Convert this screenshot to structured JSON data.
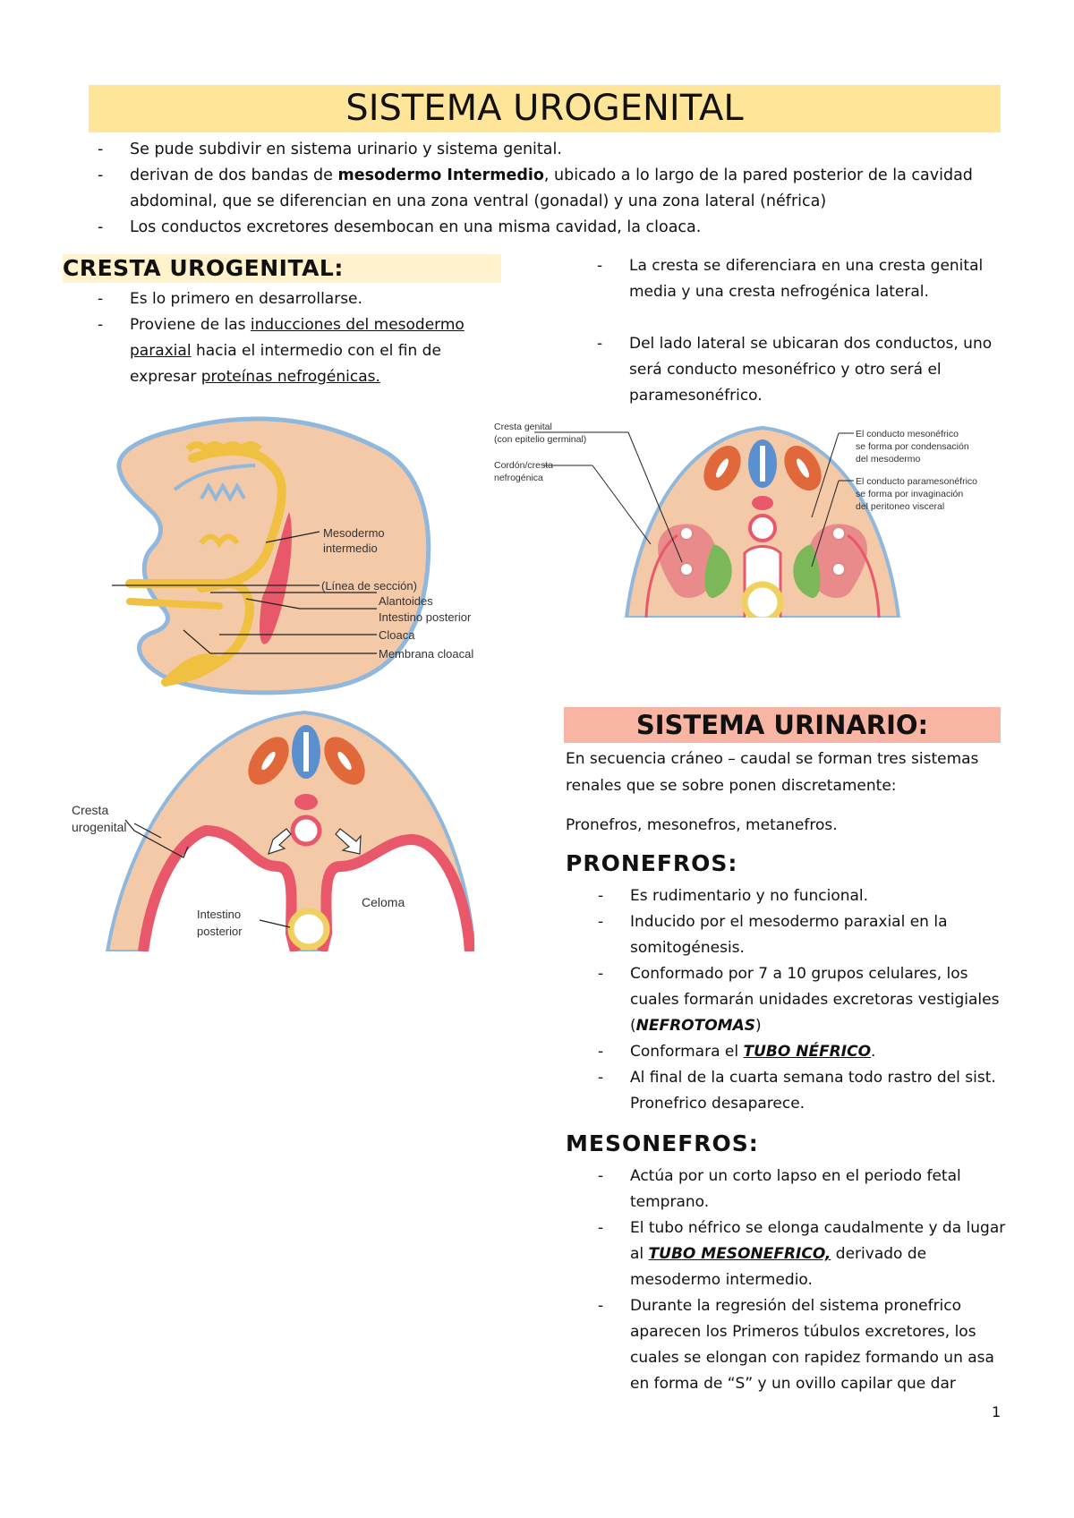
{
  "document": {
    "title": "SISTEMA UROGENITAL",
    "intro_bullets": [
      {
        "text": "Se pude subdivir en sistema urinario y sistema genital."
      },
      {
        "pre": "derivan de dos bandas de ",
        "bold": "mesodermo Intermedio",
        "post": ", ubicado a lo largo de la pared posterior de la cavidad abdominal, que se diferencian en una zona ventral (gonadal) y una zona lateral (néfrica)"
      },
      {
        "text": "Los conductos excretores desembocan en una misma cavidad, la cloaca."
      }
    ],
    "bullet_marker": "-",
    "page_number": "1"
  },
  "cresta_urogenital": {
    "title": "CRESTA UROGENITAL:",
    "bullets": [
      {
        "text": "Es lo primero en desarrollarse."
      },
      {
        "pre": "Proviene de las ",
        "underline1": "inducciones del mesodermo paraxial",
        "mid": " hacia el intermedio con el fin de expresar ",
        "underline2": "proteínas nefrogénicas."
      }
    ],
    "right_bullets": [
      {
        "text": "La cresta se diferenciara en una cresta genital media y una cresta nefrogénica lateral."
      },
      {
        "text": "Del lado lateral se ubicaran dos conductos, uno será conducto mesonéfrico y otro será el paramesonéfrico."
      }
    ]
  },
  "figures": {
    "embryo_sagittal": {
      "labels": {
        "mesodermo": "Mesodermo",
        "intermedio": "intermedio",
        "linea": "(Línea de sección)",
        "alantoides": "Alantoides",
        "intestino": "Intestino posterior",
        "cloaca": "Cloaca",
        "membrana": "Membrana cloacal"
      }
    },
    "cross_section_ducts": {
      "labels": {
        "cresta_genital_1": "Cresta genital",
        "cresta_genital_2": "(con epitelio germinal)",
        "cordon_1": "Cordón/cresta",
        "cordon_2": "nefrogénica",
        "meso_1": "El conducto mesonéfrico",
        "meso_2": "se forma por condensación",
        "meso_3": "del mesodermo",
        "parameso_1": "El conducto paramesonéfrico",
        "parameso_2": "se forma por invaginación",
        "parameso_3": "del peritoneo visceral"
      }
    },
    "cross_section_ridge": {
      "labels": {
        "cresta_1": "Cresta",
        "cresta_2": "urogenital",
        "celoma": "Celoma",
        "intestino_1": "Intestino",
        "intestino_2": "posterior"
      }
    }
  },
  "sistema_urinario": {
    "title": "SISTEMA URINARIO:",
    "intro": "En secuencia cráneo – caudal se forman tres sistemas renales que se sobre ponen discretamente:",
    "list_line": "Pronefros, mesonefros, metanefros."
  },
  "pronefros": {
    "title": "PRONEFROS:",
    "bullets": [
      {
        "text": "Es rudimentario y no funcional."
      },
      {
        "text": "Inducido por el mesodermo paraxial en la somitogénesis."
      },
      {
        "pre": "Conformado por 7 a 10 grupos celulares, los cuales formarán unidades excretoras vestigiales (",
        "emph": "NEFROTOMAS",
        "post": ")"
      },
      {
        "pre": "Conformara el ",
        "emph": "TUBO NÉFRICO",
        "post": "."
      },
      {
        "text": "Al final de la cuarta semana todo rastro del sist. Pronefrico desaparece."
      }
    ]
  },
  "mesonefros": {
    "title": "MESONEFROS:",
    "bullets": [
      {
        "text": "Actúa por un corto lapso en el periodo fetal temprano."
      },
      {
        "pre": "El tubo néfrico se elonga caudalmente y da lugar al ",
        "emph": "TUBO MESONEFRICO,",
        "post": " derivado de mesodermo intermedio."
      },
      {
        "text": "Durante la regresión del sistema pronefrico aparecen los Primeros túbulos excretores, los cuales se elongan con rapidez formando un asa en forma de “S” y un ovillo capilar que dar"
      }
    ]
  },
  "colors": {
    "title_bg": "#ffe599",
    "cresta_bg": "#fff2cc",
    "urinario_bg": "#f8b5a3",
    "tissue": "#f4c9a8",
    "ectoderm": "#8fb8dc",
    "mesoderm_red": "#e8586a",
    "somite": "#e0683a",
    "neural": "#5a8fd0",
    "gonad": "#7cb85a",
    "gut": "#f0d060"
  }
}
